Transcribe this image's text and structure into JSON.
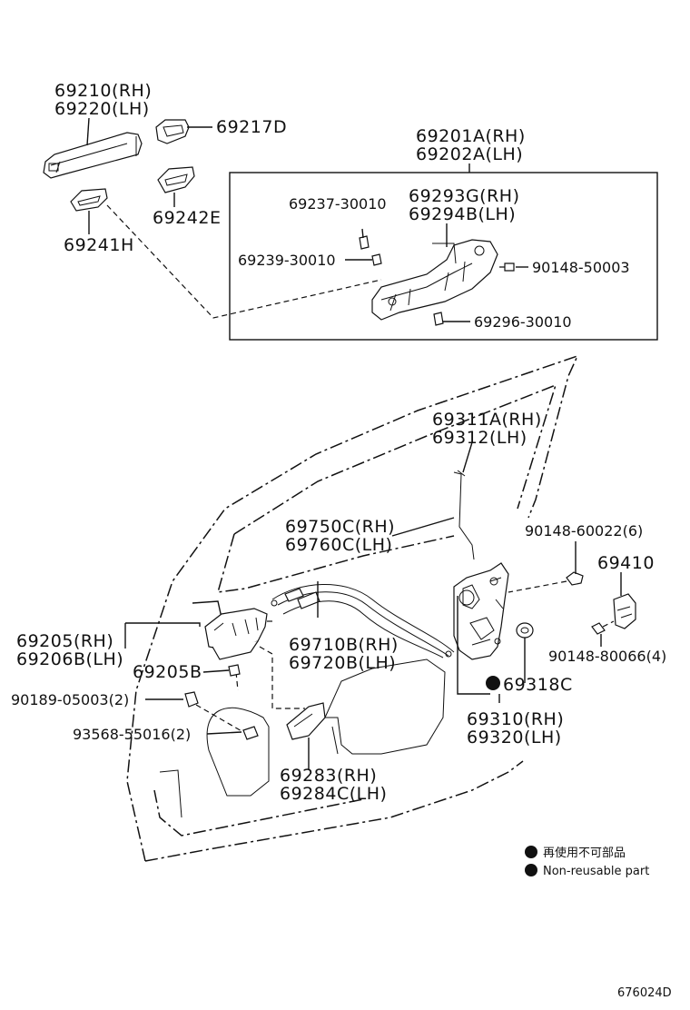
{
  "labels": {
    "p69210": "69210(RH)",
    "p69220": "69220(LH)",
    "p69217d": "69217D",
    "p69242e": "69242E",
    "p69241h": "69241H",
    "p69201a": "69201A(RH)",
    "p69202a": "69202A(LH)",
    "p69237": "69237-30010",
    "p69293g": "69293G(RH)",
    "p69294b": "69294B(LH)",
    "p69239": "69239-30010",
    "p90148_50003": "90148-50003",
    "p69296": "69296-30010",
    "p69311a": "69311A(RH)",
    "p69312": "69312(LH)",
    "p69750c": "69750C(RH)",
    "p69760c": "69760C(LH)",
    "p90148_60022": "90148-60022(6)",
    "p69410": "69410",
    "p69205rh": "69205(RH)",
    "p69206b": "69206B(LH)",
    "p69710b": "69710B(RH)",
    "p69720b": "69720B(LH)",
    "p90148_80066": "90148-80066(4)",
    "p69205b": "69205B",
    "p69318c": "69318C",
    "p90189": "90189-05003(2)",
    "p69310": "69310(RH)",
    "p69320": "69320(LH)",
    "p93568": "93568-55016(2)",
    "p69283": "69283(RH)",
    "p69284c": "69284C(LH)"
  },
  "legend": {
    "jp": "再使用不可部品",
    "en": "Non-reusable part"
  },
  "footer": {
    "code": "676024D"
  }
}
